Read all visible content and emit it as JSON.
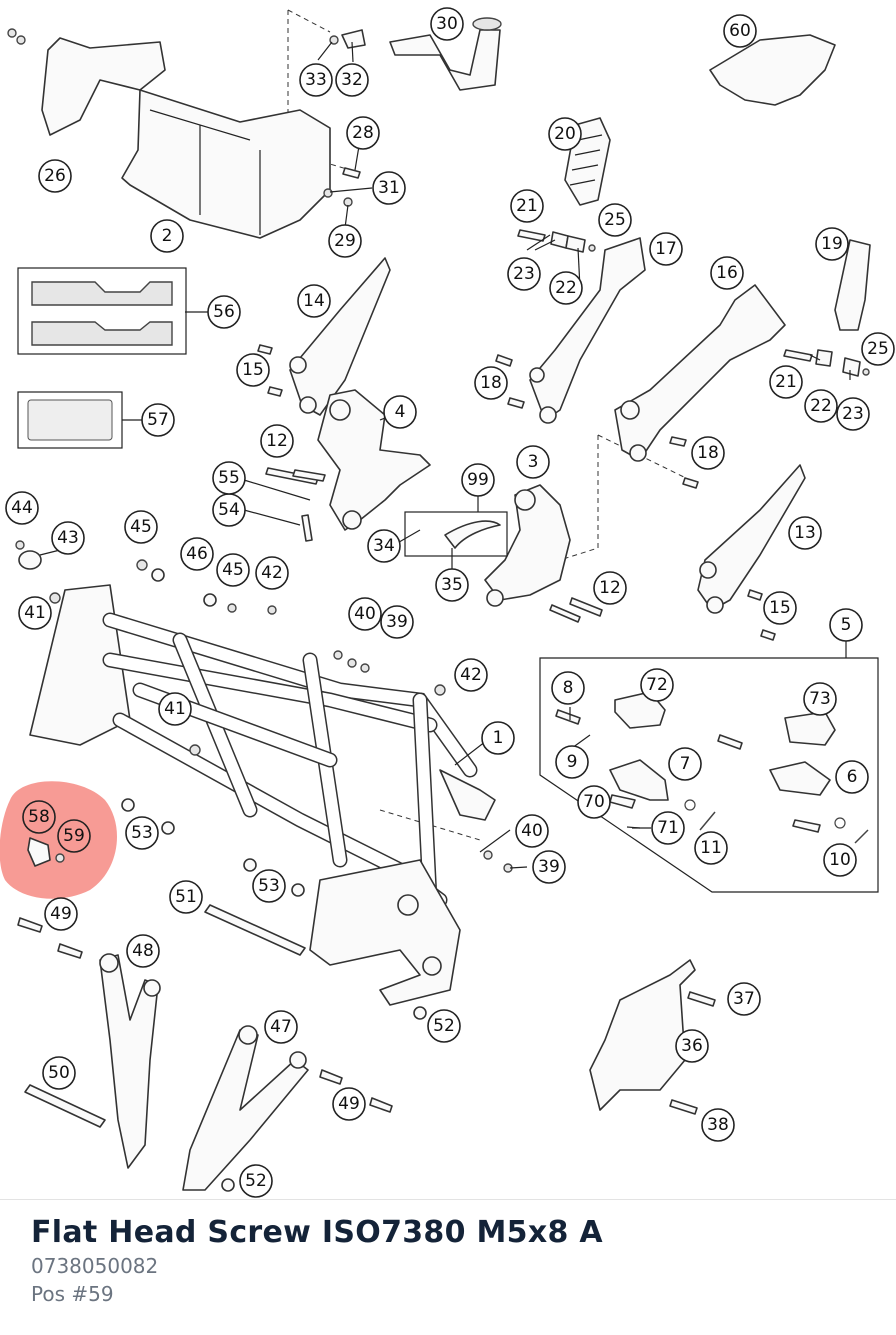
{
  "diagram": {
    "highlight_color": "#f47a72",
    "callouts": [
      "1",
      "2",
      "3",
      "4",
      "5",
      "6",
      "7",
      "8",
      "9",
      "10",
      "11",
      "12",
      "13",
      "14",
      "15",
      "16",
      "17",
      "18",
      "19",
      "20",
      "21",
      "22",
      "23",
      "25",
      "26",
      "28",
      "29",
      "30",
      "31",
      "32",
      "33",
      "34",
      "35",
      "36",
      "37",
      "38",
      "39",
      "40",
      "41",
      "42",
      "43",
      "44",
      "45",
      "46",
      "47",
      "48",
      "49",
      "50",
      "51",
      "52",
      "53",
      "54",
      "55",
      "56",
      "57",
      "58",
      "59",
      "60",
      "70",
      "71",
      "72",
      "73",
      "99"
    ],
    "highlighted": [
      "58",
      "59"
    ]
  },
  "part": {
    "title": "Flat Head Screw ISO7380 M5x8 A",
    "number": "0738050082",
    "position": "Pos #59"
  }
}
